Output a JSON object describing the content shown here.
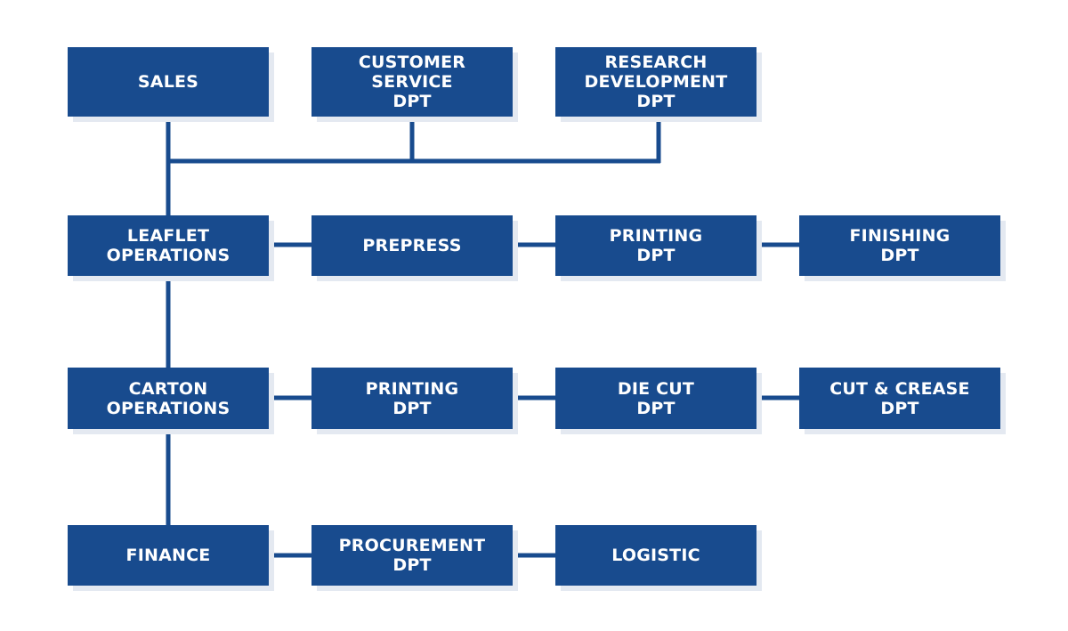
{
  "colors": {
    "box": "#184b8e",
    "text": "#ffffff",
    "connector": "#184b8e",
    "shadow": "#e4e9f1",
    "background": "#ffffff"
  },
  "org": {
    "row1": {
      "sales": "SALES",
      "customer_service": "CUSTOMER\nSERVICE\nDPT",
      "research": "RESEARCH\nDEVELOPMENT\nDPT"
    },
    "row2": {
      "leaflet": "LEAFLET\nOPERATIONS",
      "prepress": "PREPRESS",
      "printing": "PRINTING\nDPT",
      "finishing": "FINISHING\nDPT"
    },
    "row3": {
      "carton": "CARTON\nOPERATIONS",
      "printing": "PRINTING\nDPT",
      "die_cut": "DIE CUT\nDPT",
      "cut_crease": "CUT & CREASE\nDPT"
    },
    "row4": {
      "finance": "FINANCE",
      "procurement": "PROCUREMENT\nDPT",
      "logistic": "LOGISTIC"
    }
  }
}
